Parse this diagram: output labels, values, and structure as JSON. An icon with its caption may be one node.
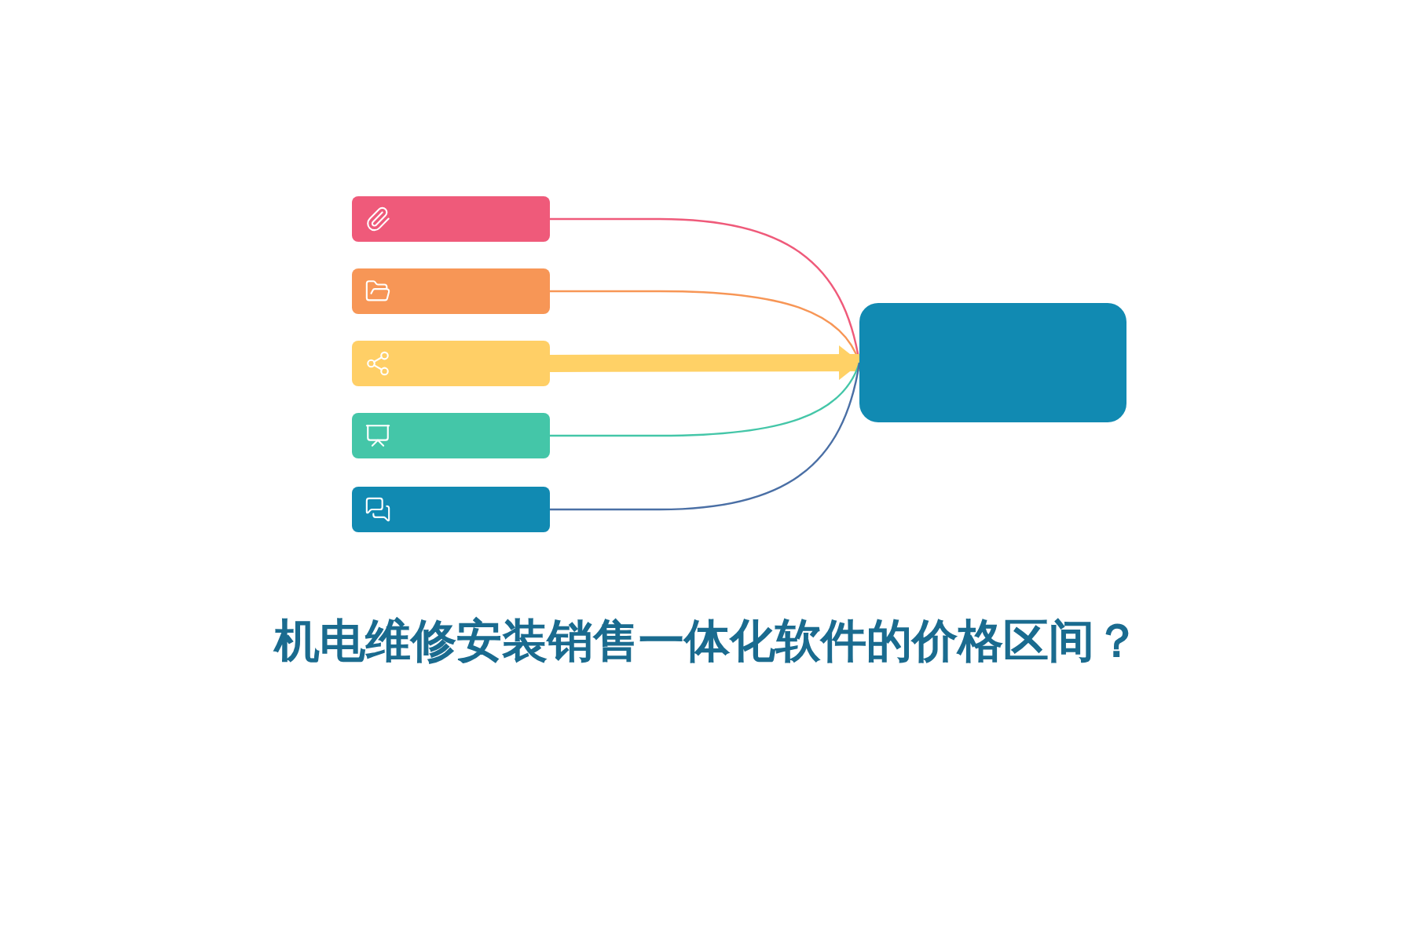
{
  "diagram": {
    "title": "机电维修安装销售一体化软件的价格区间？",
    "nodes": [
      {
        "text": [],
        "shape": "bar"
      },
      {
        "text": [],
        "shape": "bar"
      },
      {
        "text": [],
        "shape": "bar"
      },
      {
        "text": [],
        "shape": "bar"
      },
      {
        "text": [],
        "shape": "bar"
      },
      {
        "text": [],
        "shape": "box"
      }
    ],
    "edges": [
      {
        "from": 0,
        "to": 5,
        "arrow": "none",
        "color": "#ef5a7a"
      },
      {
        "from": 1,
        "to": 5,
        "arrow": "none",
        "color": "#f79656"
      },
      {
        "from": 2,
        "to": 5,
        "arrow": "to",
        "style": "thick",
        "color": "#ffd166"
      },
      {
        "from": 3,
        "to": 5,
        "arrow": "none",
        "color": "#44c6a8"
      },
      {
        "from": 4,
        "to": 5,
        "arrow": "none",
        "color": "#4a6fa5"
      }
    ]
  }
}
